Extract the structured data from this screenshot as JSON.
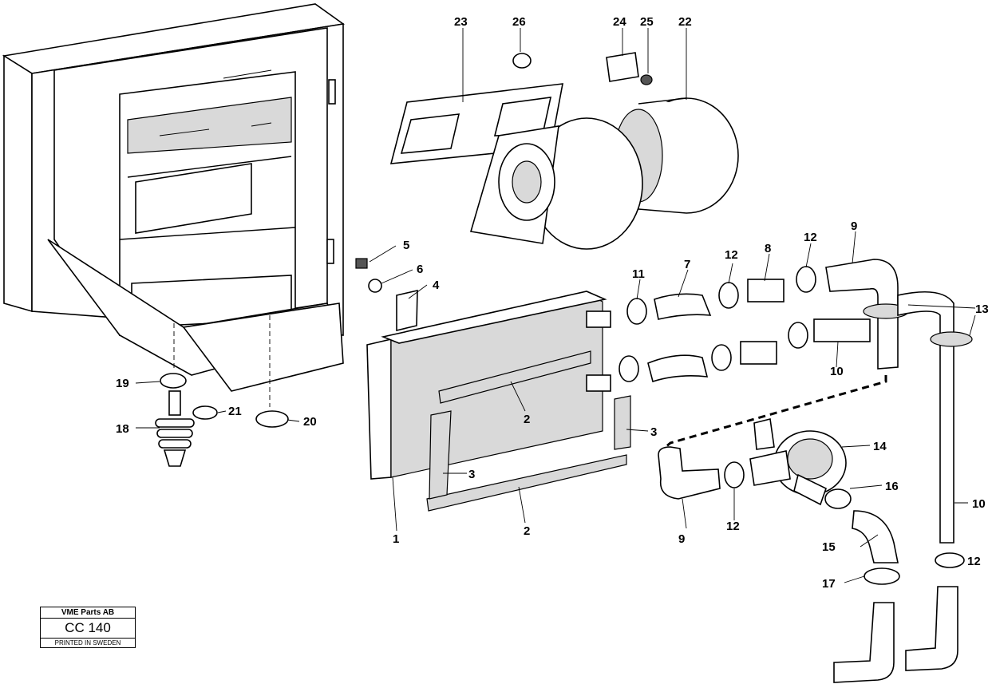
{
  "callouts": [
    "1",
    "2",
    "2",
    "3",
    "3",
    "4",
    "5",
    "6",
    "7",
    "8",
    "9",
    "9",
    "10",
    "10",
    "11",
    "12",
    "12",
    "12",
    "12",
    "13",
    "14",
    "15",
    "16",
    "17",
    "18",
    "19",
    "20",
    "21",
    "22",
    "23",
    "24",
    "25",
    "26"
  ],
  "stamp": {
    "company": "VME Parts AB",
    "code": "CC 140",
    "printed": "PRINTED IN SWEDEN"
  }
}
